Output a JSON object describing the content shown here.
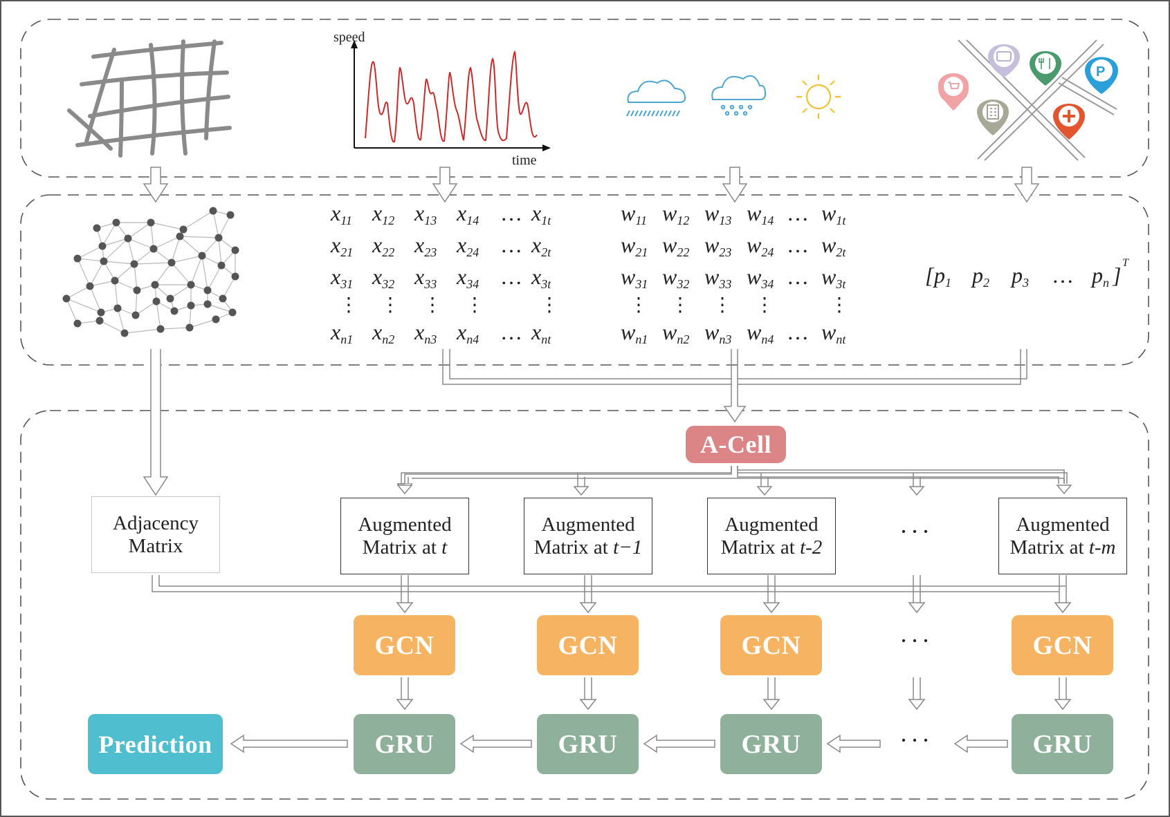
{
  "inputs": {
    "speed_plot": {
      "ylabel": "speed",
      "xlabel": "time"
    },
    "weather_icons": [
      "rain-cloud-icon",
      "snow-cloud-icon",
      "sun-icon"
    ],
    "poi_icons": [
      "shopping-cart-pin-icon",
      "card-pin-icon",
      "restaurant-pin-icon",
      "parking-pin-icon",
      "building-pin-icon",
      "hospital-pin-icon"
    ]
  },
  "matrices": {
    "x": {
      "rows": [
        [
          "x11",
          "x12",
          "x13",
          "x14",
          "…",
          "x1t"
        ],
        [
          "x21",
          "x22",
          "x23",
          "x24",
          "…",
          "x2t"
        ],
        [
          "x31",
          "x32",
          "x33",
          "x34",
          "…",
          "x3t"
        ],
        [
          "xn1",
          "xn2",
          "xn3",
          "xn4",
          "…",
          "xnt"
        ]
      ]
    },
    "w": {
      "rows": [
        [
          "w11",
          "w12",
          "w13",
          "w14",
          "…",
          "w1t"
        ],
        [
          "w21",
          "w22",
          "w23",
          "w24",
          "…",
          "w2t"
        ],
        [
          "w31",
          "w32",
          "w33",
          "w34",
          "…",
          "w3t"
        ],
        [
          "wn1",
          "wn2",
          "wn3",
          "wn4",
          "…",
          "wnt"
        ]
      ]
    },
    "p": [
      "p1",
      "p2",
      "p3",
      "…",
      "pn"
    ],
    "p_superscript": "T"
  },
  "model": {
    "acell_label": "A-Cell",
    "adjacency_label_line1": "Adjacency",
    "adjacency_label_line2": "Matrix",
    "augmented": [
      {
        "line1": "Augmented",
        "line2": "Matrix at ",
        "time": "t"
      },
      {
        "line1": "Augmented",
        "line2": "Matrix at ",
        "time": "t−1"
      },
      {
        "line1": "Augmented",
        "line2": "Matrix at ",
        "time": "t-2"
      },
      {
        "line1": "Augmented",
        "line2": "Matrix at ",
        "time": "t-m"
      }
    ],
    "ellipsis": "···",
    "gcn_label": "GCN",
    "gru_label": "GRU",
    "prediction_label": "Prediction"
  },
  "colors": {
    "acell": "#dc8587",
    "gcn": "#f6b463",
    "gru": "#8fb09a",
    "prediction": "#4fbfcf",
    "speed_line": "#cc2a2a"
  }
}
